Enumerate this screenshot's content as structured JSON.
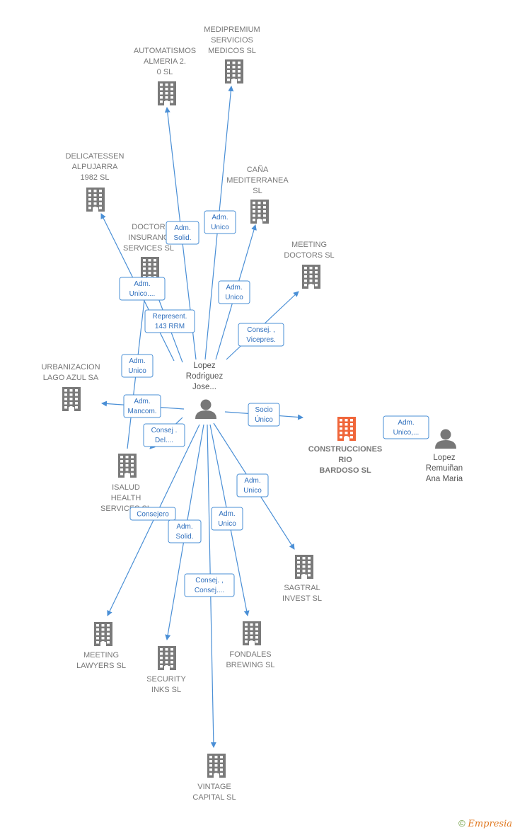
{
  "colors": {
    "edge": "#4a8fd6",
    "company": "#7a7a7a",
    "highlight": "#f0663a",
    "person": "#777777"
  },
  "center_person": {
    "lines": [
      "Lopez",
      "Rodriguez",
      "Jose..."
    ],
    "icon": "person-icon"
  },
  "companies": [
    {
      "id": "automatismos",
      "lines": [
        "AUTOMATISMOS",
        "ALMERIA 2.",
        "0  SL"
      ],
      "icon": "building-icon"
    },
    {
      "id": "medipremium",
      "lines": [
        "MEDIPREMIUM",
        "SERVICIOS",
        "MEDICOS  SL"
      ],
      "icon": "building-icon"
    },
    {
      "id": "delicatessen",
      "lines": [
        "DELICATESSEN",
        "ALPUJARRA",
        "1982  SL"
      ],
      "icon": "building-icon"
    },
    {
      "id": "cana",
      "lines": [
        "CAÑA",
        "MEDITERRANEA",
        "SL"
      ],
      "icon": "building-icon"
    },
    {
      "id": "doctor",
      "lines": [
        "DOCTOR",
        "INSURANC",
        "SERVICES  SL"
      ],
      "icon": "building-icon"
    },
    {
      "id": "meeting-doctors",
      "lines": [
        "MEETING",
        "DOCTORS  SL"
      ],
      "icon": "building-icon"
    },
    {
      "id": "urbanizacion",
      "lines": [
        "URBANIZACION",
        "LAGO AZUL SA"
      ],
      "icon": "building-icon"
    },
    {
      "id": "construcciones",
      "lines": [
        "CONSTRUCCIONES",
        "RIO",
        "BARDOSO  SL"
      ],
      "icon": "building-icon",
      "highlight": true
    },
    {
      "id": "isalud",
      "lines": [
        "ISALUD",
        "HEALTH",
        "SERVICES  SL"
      ],
      "icon": "building-icon"
    },
    {
      "id": "sagtral",
      "lines": [
        "SAGTRAL",
        "INVEST  SL"
      ],
      "icon": "building-icon"
    },
    {
      "id": "meeting-lawyers",
      "lines": [
        "MEETING",
        "LAWYERS  SL"
      ],
      "icon": "building-icon"
    },
    {
      "id": "security",
      "lines": [
        "SECURITY",
        "INKS SL"
      ],
      "icon": "building-icon"
    },
    {
      "id": "fondales",
      "lines": [
        "FONDALES",
        "BREWING  SL"
      ],
      "icon": "building-icon"
    },
    {
      "id": "vintage",
      "lines": [
        "VINTAGE",
        "CAPITAL  SL"
      ],
      "icon": "building-icon"
    }
  ],
  "other_person": {
    "lines": [
      "Lopez",
      "Remuiñan",
      "Ana Maria"
    ],
    "icon": "person-icon"
  },
  "edge_labels": [
    {
      "id": "e-automatismos",
      "lines": [
        "Adm.",
        "Solid."
      ]
    },
    {
      "id": "e-medipremium",
      "lines": [
        "Adm.",
        "Unico"
      ]
    },
    {
      "id": "e-delicatessen",
      "lines": [
        "Adm.",
        "Unico...."
      ]
    },
    {
      "id": "e-represent",
      "lines": [
        "Represent.",
        "143 RRM"
      ]
    },
    {
      "id": "e-cana",
      "lines": [
        "Adm.",
        "Unico"
      ]
    },
    {
      "id": "e-meeting-doctors",
      "lines": [
        "Consej. ,",
        "Vicepres."
      ]
    },
    {
      "id": "e-doctor",
      "lines": [
        "Adm.",
        "Unico"
      ]
    },
    {
      "id": "e-urbanizacion",
      "lines": [
        "Adm.",
        "Mancom."
      ]
    },
    {
      "id": "e-isalud",
      "lines": [
        "Consej .",
        "Del...."
      ]
    },
    {
      "id": "e-construcciones",
      "lines": [
        "Socio",
        "Único"
      ]
    },
    {
      "id": "e-other-person",
      "lines": [
        "Adm.",
        "Unico,..."
      ]
    },
    {
      "id": "e-sagtral",
      "lines": [
        "Adm.",
        "Unico"
      ]
    },
    {
      "id": "e-meeting-lawyers",
      "lines": [
        "Consejero"
      ]
    },
    {
      "id": "e-security",
      "lines": [
        "Adm.",
        "Solid."
      ]
    },
    {
      "id": "e-fondales",
      "lines": [
        "Adm.",
        "Unico"
      ]
    },
    {
      "id": "e-vintage",
      "lines": [
        "Consej. ,",
        "Consej...."
      ]
    }
  ],
  "footer": {
    "copyright": "©",
    "brand": "Empresia"
  }
}
